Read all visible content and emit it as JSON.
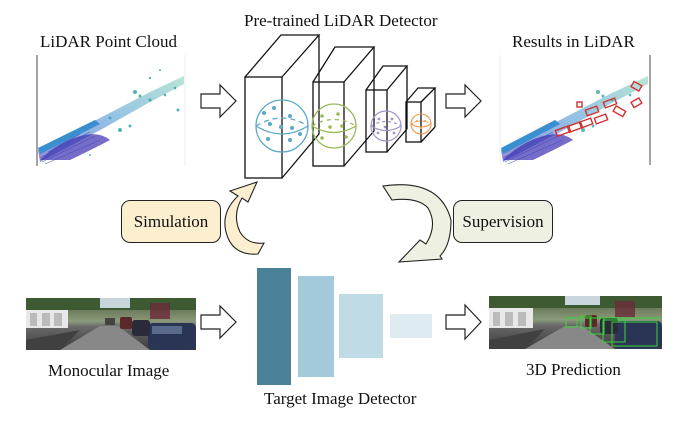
{
  "figure": {
    "lidar_input": {
      "label": "LiDAR Point Cloud",
      "image_alt": "LiDAR point cloud visualization"
    },
    "lidar_detector": {
      "label": "Pre-trained LiDAR Detector",
      "layer_colors": [
        "#5ba9c7",
        "#9ab95b",
        "#a594c9",
        "#e89a4f"
      ]
    },
    "lidar_output": {
      "label": "Results in LiDAR",
      "box_color": "#d03030"
    },
    "simulation": {
      "label": "Simulation",
      "fill": "#fcefd0"
    },
    "supervision": {
      "label": "Supervision",
      "fill": "#eef0e1"
    },
    "image_input": {
      "label": "Monocular Image"
    },
    "image_detector": {
      "label": "Target Image Detector",
      "layer_colors": [
        "#4a8196",
        "#a3cadb",
        "#bfdce6",
        "#deecf2"
      ]
    },
    "image_output": {
      "label": "3D Prediction",
      "box_color": "#3ad23a"
    }
  }
}
